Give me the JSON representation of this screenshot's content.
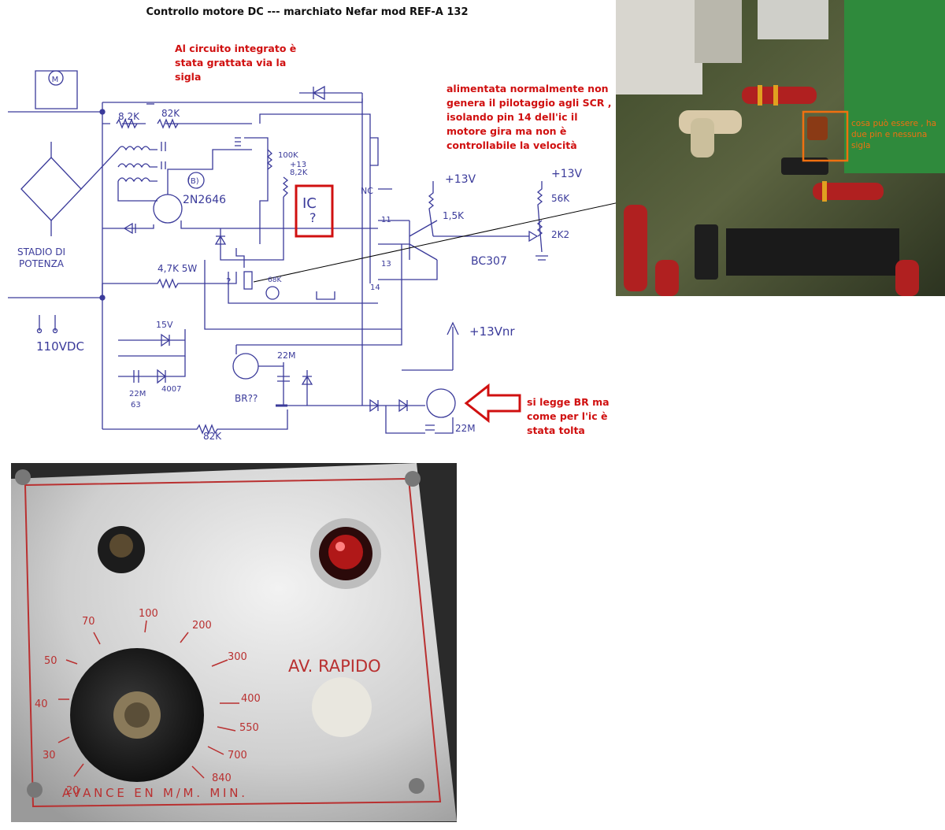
{
  "title": "Controllo motore DC --- marchiato  Nefar mod  REF-A 132",
  "notes": {
    "ic_scratched": "Al circuito integrato è\nstata grattata via la\nsigla",
    "no_drive": "alimentata normalmente non\ngenera il pilotaggio agli SCR ,\nisolando pin 14 dell'ic il\nmotore gira ma non è\ncontrollabile la velocità",
    "br_removed": "si legge BR ma\ncome per l'ic è\nstata tolta",
    "unknown_part": "cosa può essere , ha\ndue pin e nessuna\nsigla"
  },
  "schematic": {
    "motor": "M",
    "r1": "8,2K",
    "r2": "82K",
    "r3": "4,7K 5W",
    "r4": "82K",
    "r5": "100K",
    "r6": "8,2K",
    "r7": "1,5K",
    "r8": "56K",
    "pot": "2K2",
    "ujt": "2N2646",
    "ujt_mark": "(B)",
    "ic": "IC",
    "ic_q": "?",
    "qmark": "?",
    "plus13a": "+13",
    "plus13b": "+13V",
    "plus13c": "+13V",
    "plus13unreg": "+13Vnr",
    "nc": "NC",
    "pin11": "11",
    "pin13": "13",
    "pin14": "14",
    "trans": "BC307",
    "zener": "15V",
    "cap1": "22M",
    "cap1v": "63",
    "diode": "4007",
    "cap2": "22M",
    "cap3": "22M",
    "br": "BR??",
    "power_stage": "STADIO DI\nPOTENZA",
    "supply": "110VDC",
    "pot_small": "68K"
  },
  "dial": {
    "scale": [
      "20",
      "30",
      "40",
      "50",
      "70",
      "100",
      "200",
      "300",
      "400",
      "550",
      "700",
      "840"
    ],
    "caption": "AVANCE EN M/M. MIN.",
    "rapid": "AV. RAPIDO"
  },
  "colors": {
    "accent_red": "#d01010",
    "highlight_orange": "#f07010",
    "ink": "#3a3a9a"
  }
}
